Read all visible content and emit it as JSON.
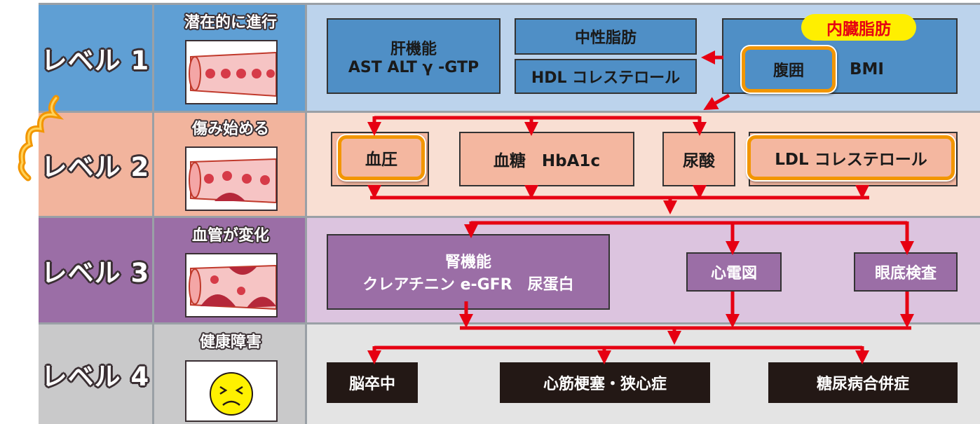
{
  "levels": [
    {
      "label": "レベル 1",
      "stage": "潜在的に進行"
    },
    {
      "label": "レベル 2",
      "stage": "傷み始める"
    },
    {
      "label": "レベル 3",
      "stage": "血管が変化"
    },
    {
      "label": "レベル 4",
      "stage": "健康障害"
    }
  ],
  "level1": {
    "liver_title": "肝機能",
    "liver_items": "AST ALT γ -GTP",
    "neutral_fat": "中性脂肪",
    "hdl": "HDL コレステロール",
    "visceral_badge": "内臓脂肪",
    "waist": "腹囲",
    "bmi": "BMI"
  },
  "level2": {
    "blood_pressure": "血圧",
    "blood_sugar": "血糖　HbA1c",
    "uric_acid": "尿酸",
    "ldl": "LDL コレステロール"
  },
  "level3": {
    "kidney_title": "腎機能",
    "kidney_items": "クレアチニン e-GFR　尿蛋白",
    "ecg": "心電図",
    "fundus": "眼底検査"
  },
  "level4": {
    "stroke": "脳卒中",
    "mi_angina": "心筋梗塞・狭心症",
    "diabetes_comp": "糖尿病合併症"
  },
  "colors": {
    "level1_bg": "#5f9fd4",
    "level1_panel": "#bcd3ec",
    "level2_bg": "#f2b49d",
    "level2_panel": "#f9dfd3",
    "level3_bg": "#9b6ea6",
    "level3_panel": "#dcc4df",
    "level4_bg": "#c9c9ca",
    "level4_panel": "#e4e4e4",
    "arrow": "#e60012",
    "highlight": "#f29600",
    "badge": "#ffef00"
  }
}
